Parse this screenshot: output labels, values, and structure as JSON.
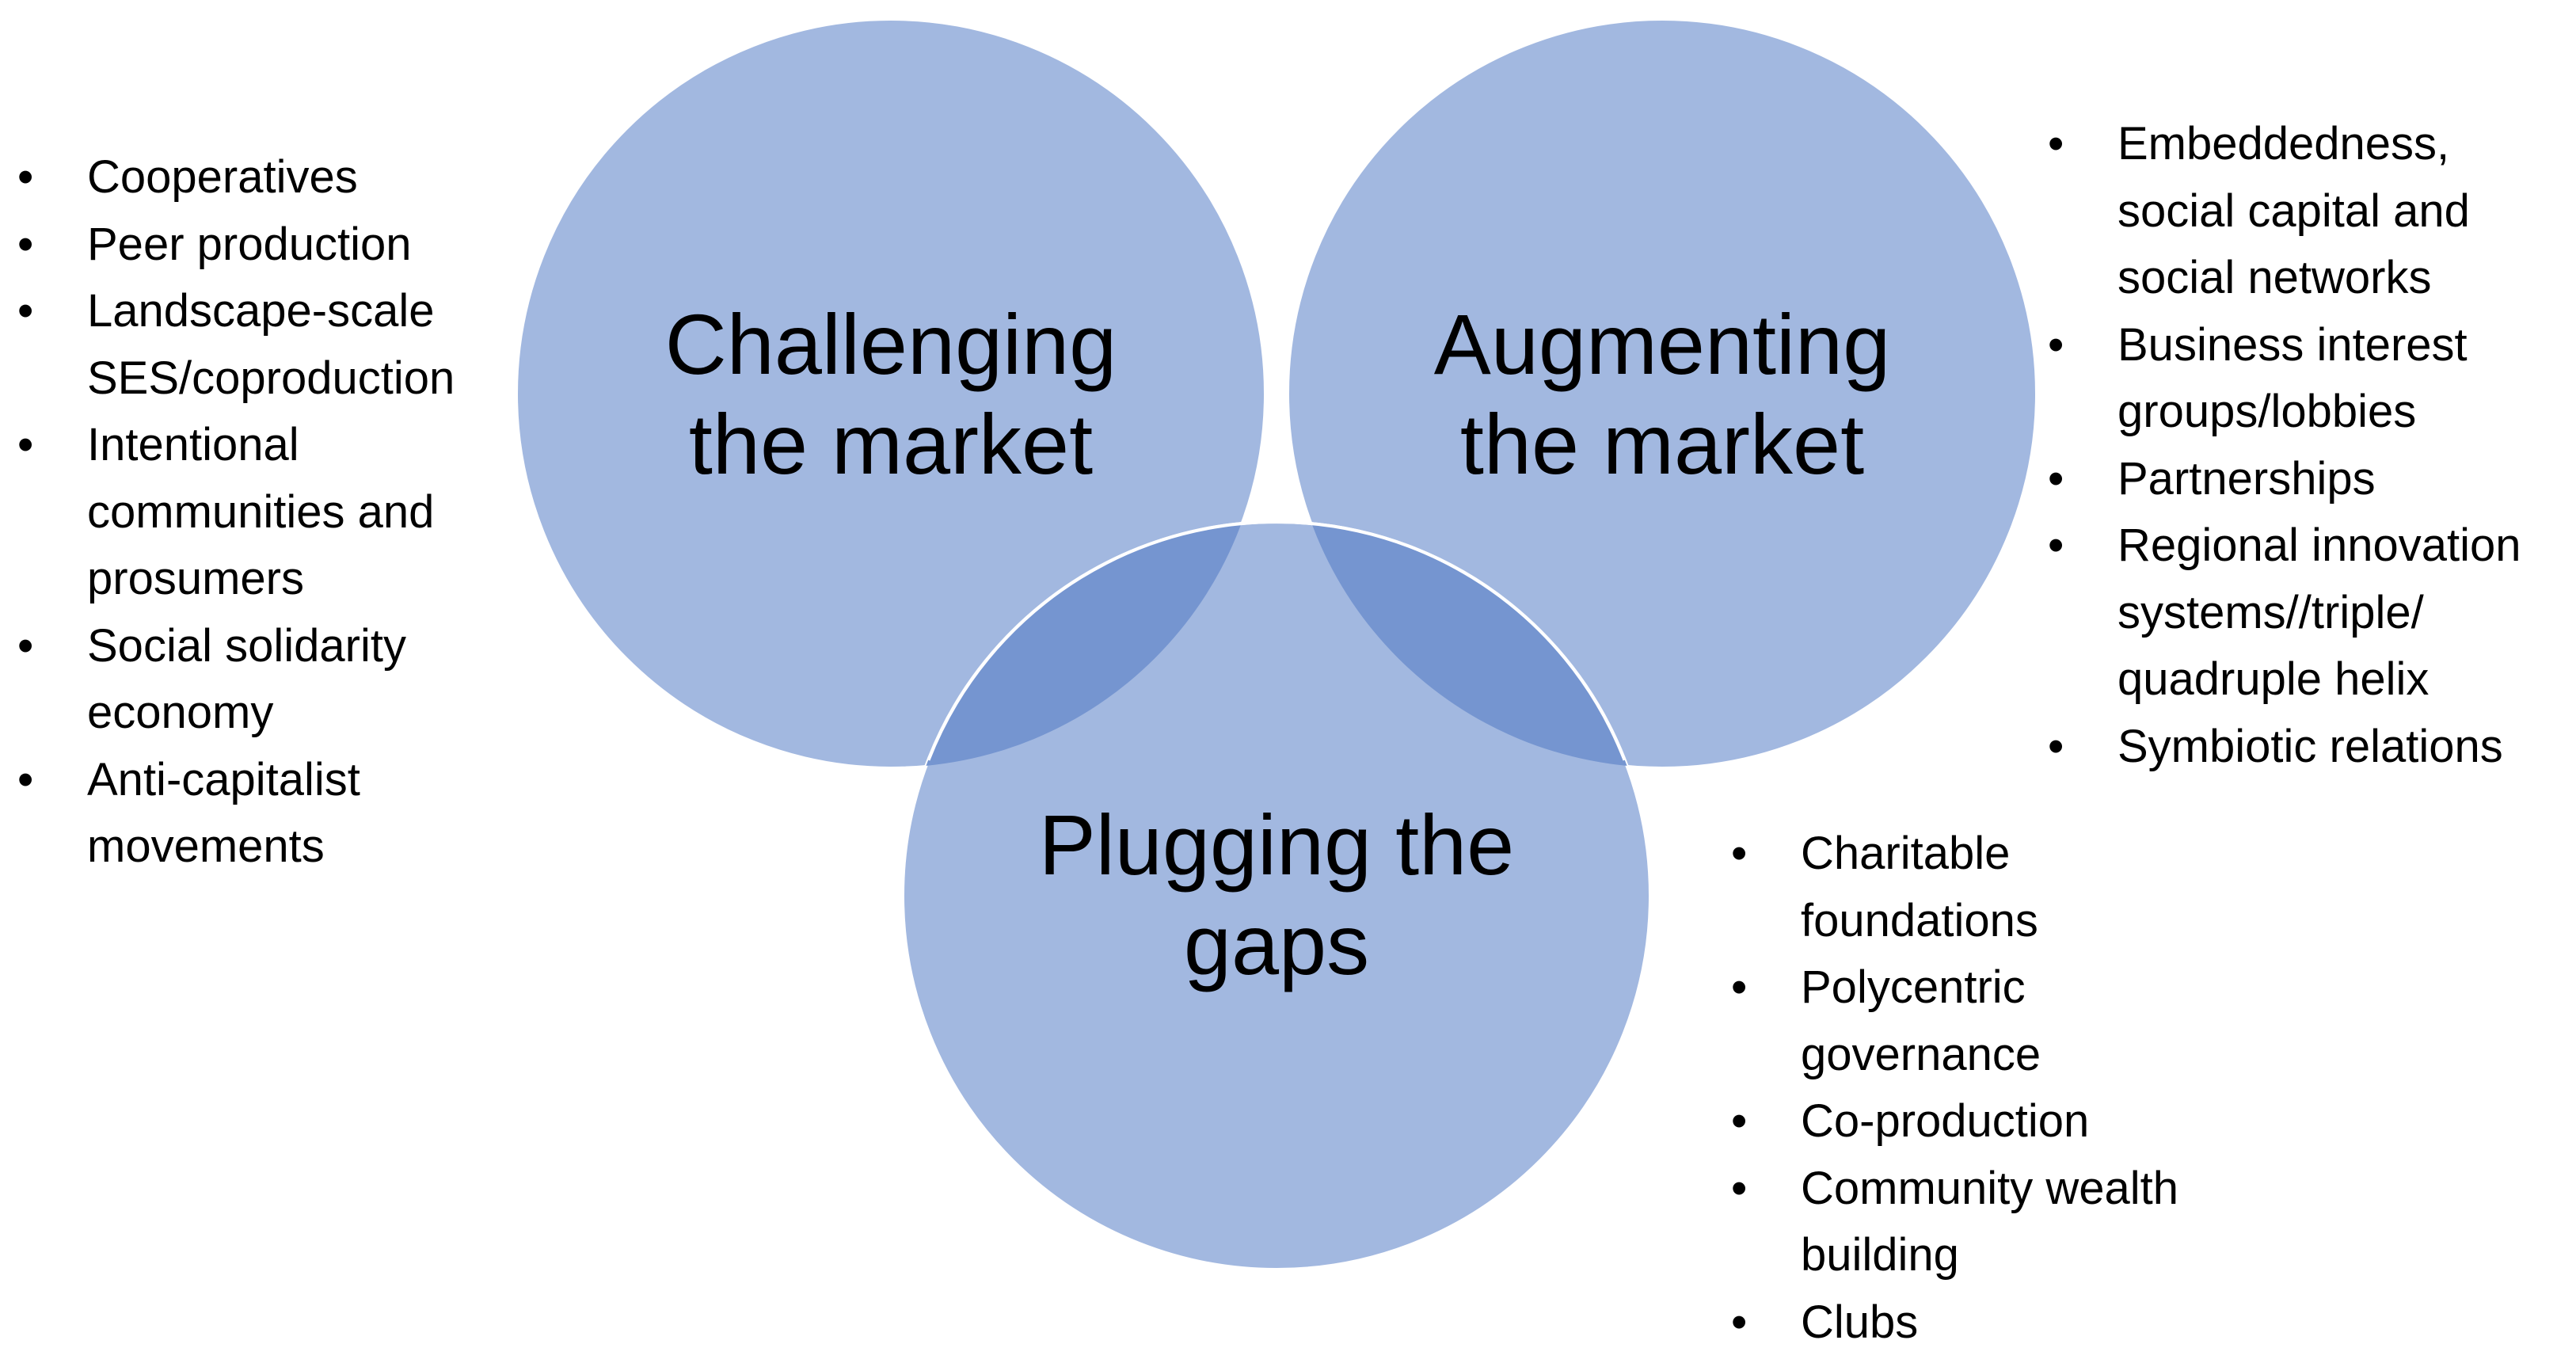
{
  "colors": {
    "circle_fill": "#a2b8e0",
    "overlap_fill": "#7595d0",
    "circle_stroke": "#ffffff",
    "text": "#000000",
    "background": "#ffffff"
  },
  "circles": {
    "challenging": {
      "label_line1": "Challenging",
      "label_line2": "the market"
    },
    "augmenting": {
      "label_line1": "Augmenting",
      "label_line2": "the market"
    },
    "plugging": {
      "label_line1": "Plugging the",
      "label_line2": "gaps"
    }
  },
  "lists": {
    "challenging": [
      "Cooperatives",
      "Peer production",
      "Landscape-scale\nSES/coproduction",
      "Intentional\ncommunities and\nprosumers",
      "Social solidarity\neconomy",
      "Anti-capitalist\nmovements"
    ],
    "augmenting": [
      "Embeddedness,\nsocial capital and\nsocial networks",
      "Business interest\ngroups/lobbies",
      "Partnerships",
      "Regional innovation\nsystems//triple/\nquadruple helix",
      "Symbiotic relations"
    ],
    "plugging": [
      "Charitable\nfoundations",
      "Polycentric\ngovernance",
      "Co-production",
      "Community wealth\nbuilding",
      "Clubs"
    ]
  }
}
